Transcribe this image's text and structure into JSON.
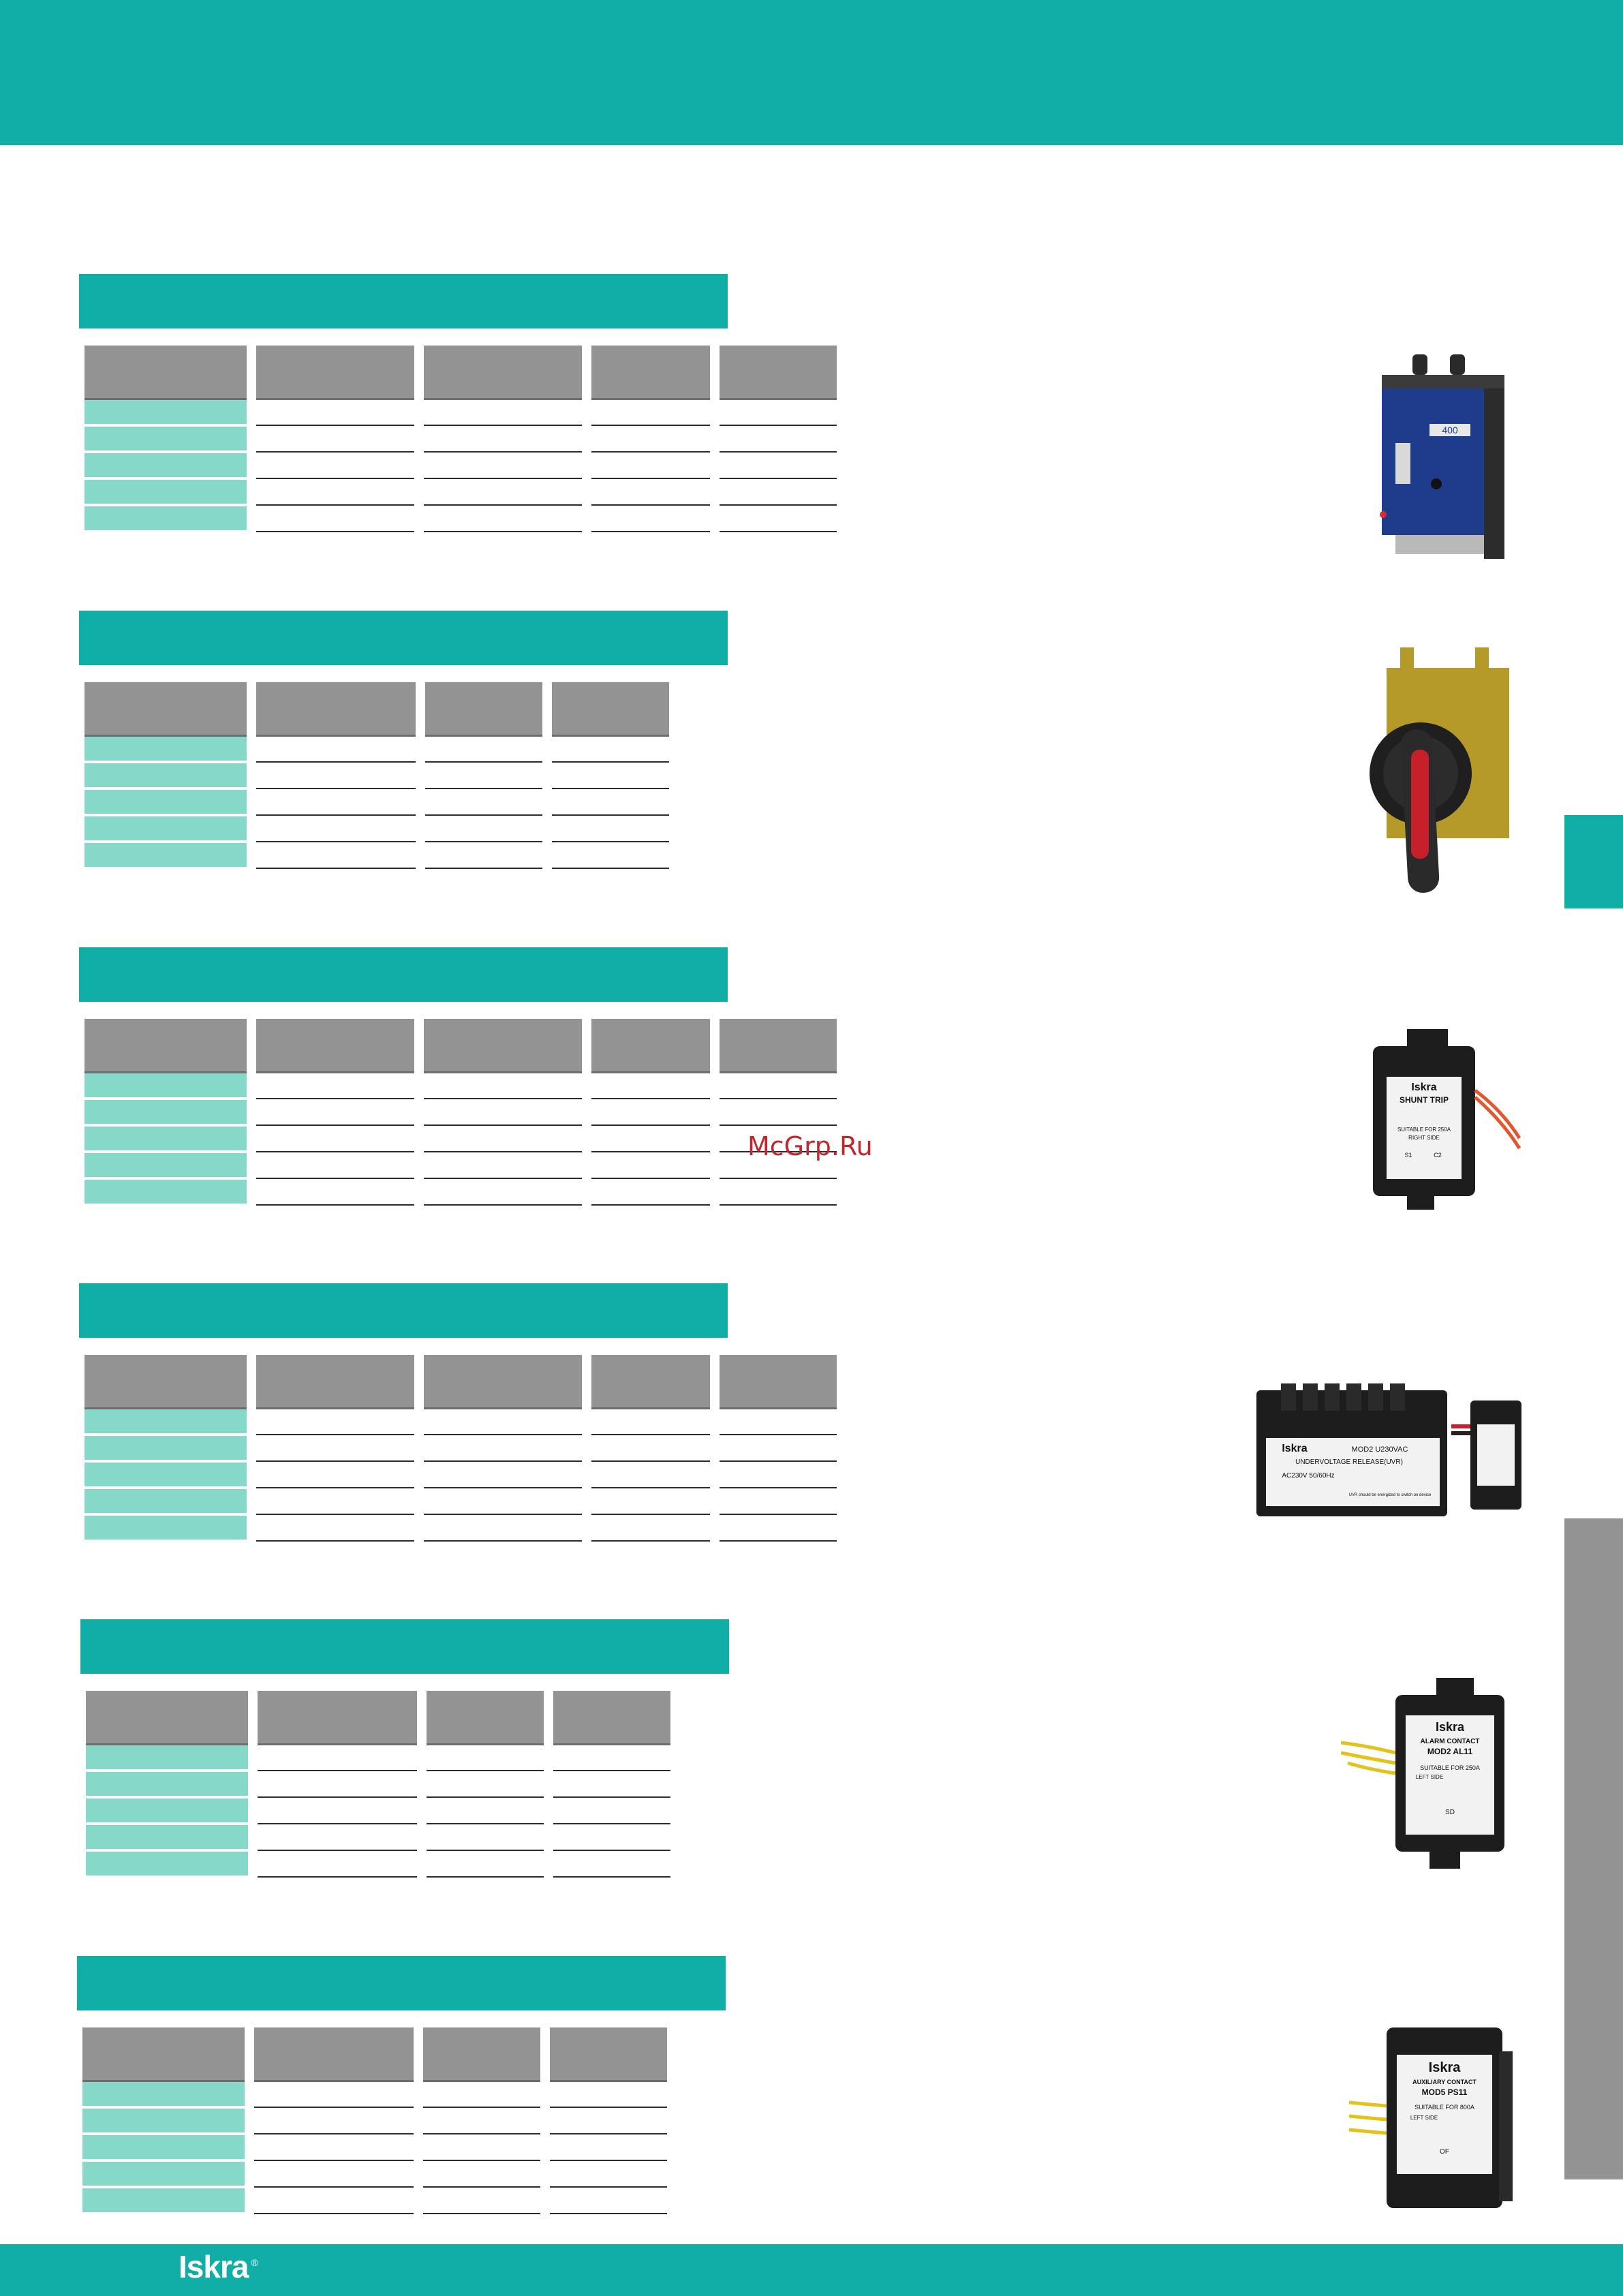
{
  "brand": {
    "logo_text": "Iskra",
    "registered_mark": "®"
  },
  "watermark": "McGrp.Ru",
  "colors": {
    "accent_teal": "#10aea7",
    "row_teal": "#86d8c8",
    "header_grey": "#939393",
    "side_grey": "#939393"
  },
  "products": [
    {
      "name": "motor-operator",
      "labels": [
        "400"
      ]
    },
    {
      "name": "rotary-handle",
      "labels": []
    },
    {
      "name": "shunt-trip",
      "labels": [
        "Iskra",
        "SHUNT TRIP",
        "SUITABLE FOR 250A",
        "RIGHT SIDE",
        "S1",
        "C2"
      ]
    },
    {
      "name": "undervoltage-release",
      "labels": [
        "Iskra",
        "MOD2 U230VAC",
        "UNDERVOLTAGE RELEASE(UVR)",
        "AC230V 50/60Hz",
        "UVR should be energized to switch on device"
      ]
    },
    {
      "name": "alarm-contact",
      "labels": [
        "Iskra",
        "ALARM CONTACT",
        "MOD2 AL11",
        "SUITABLE FOR 250A",
        "LEFT SIDE",
        "SD"
      ]
    },
    {
      "name": "auxiliary-contact",
      "labels": [
        "Iskra",
        "AUXILIARY CONTACT",
        "MOD5 PS11",
        "SUITABLE FOR 800A",
        "LEFT SIDE",
        "OF"
      ]
    }
  ]
}
